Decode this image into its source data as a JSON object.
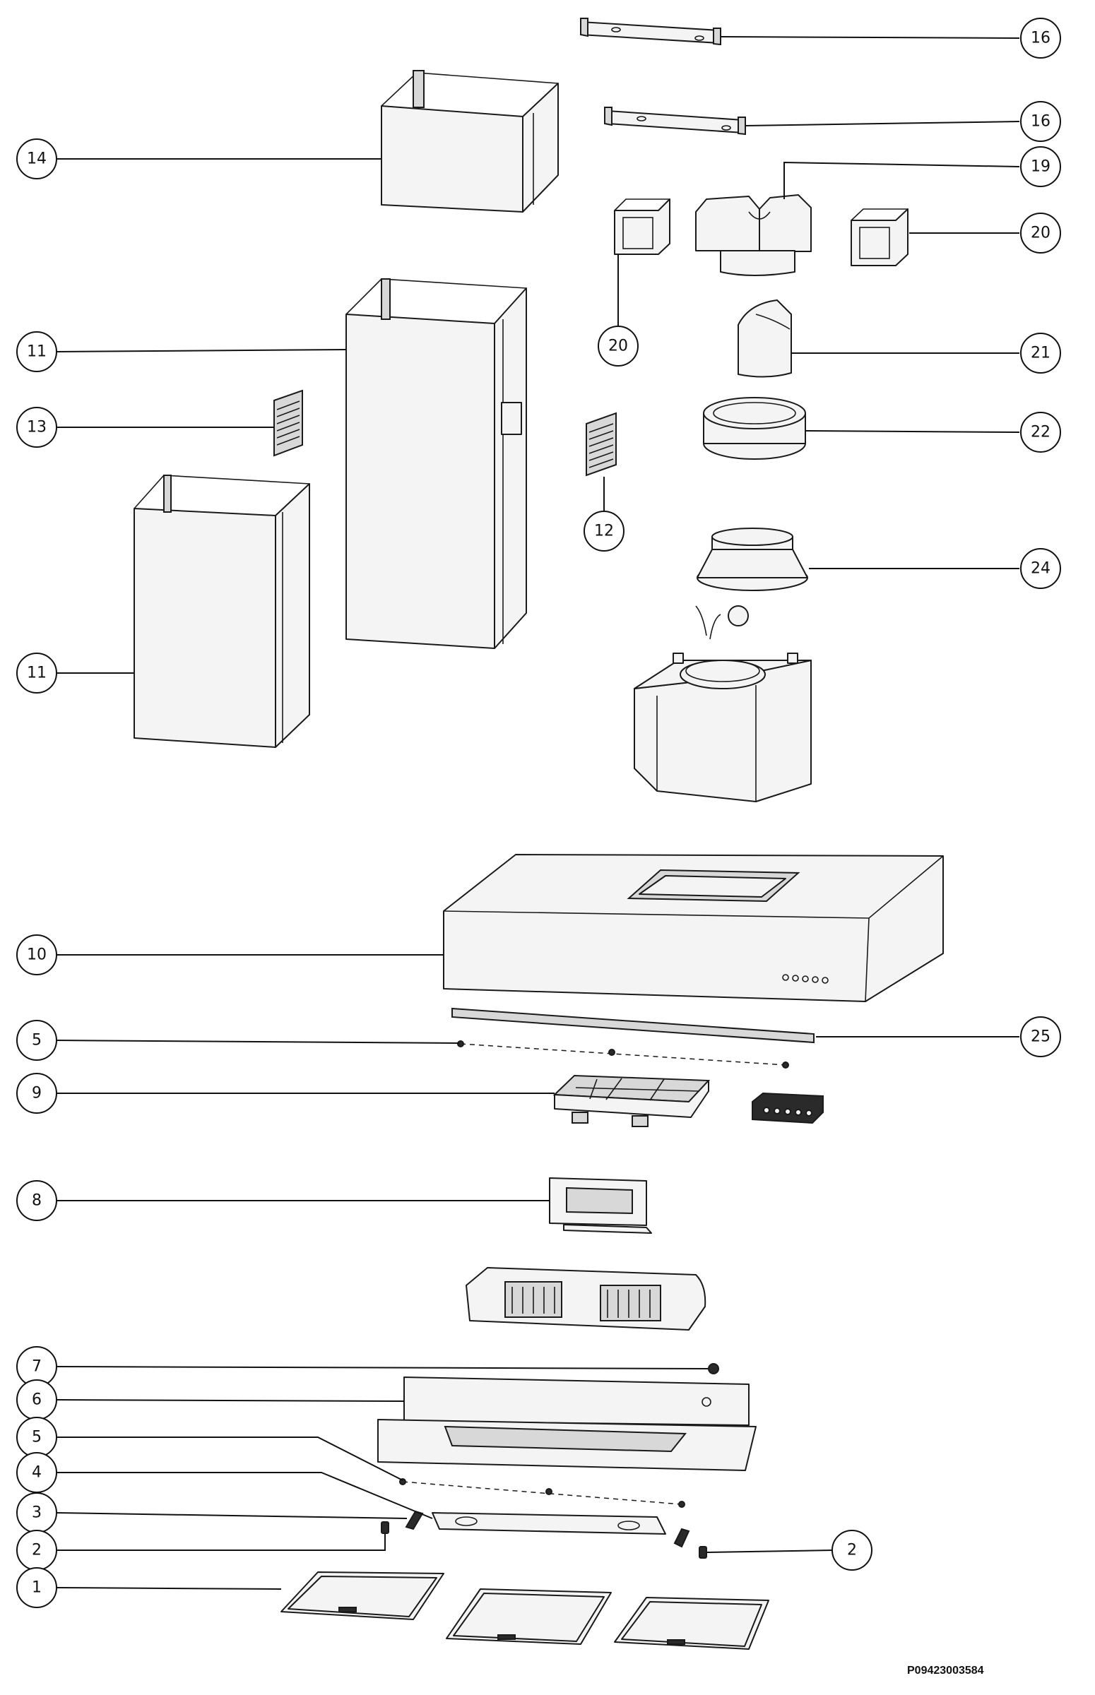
{
  "drawing": {
    "reference_code": "P09423003584"
  },
  "callouts": [
    {
      "id": "c16a",
      "label": "16"
    },
    {
      "id": "c16b",
      "label": "16"
    },
    {
      "id": "c14",
      "label": "14"
    },
    {
      "id": "c19",
      "label": "19"
    },
    {
      "id": "c20a",
      "label": "20"
    },
    {
      "id": "c20b",
      "label": "20"
    },
    {
      "id": "c11a",
      "label": "11"
    },
    {
      "id": "c21",
      "label": "21"
    },
    {
      "id": "c13",
      "label": "13"
    },
    {
      "id": "c22",
      "label": "22"
    },
    {
      "id": "c12",
      "label": "12"
    },
    {
      "id": "c24",
      "label": "24"
    },
    {
      "id": "c11b",
      "label": "11"
    },
    {
      "id": "c10",
      "label": "10"
    },
    {
      "id": "c5a",
      "label": "5"
    },
    {
      "id": "c25",
      "label": "25"
    },
    {
      "id": "c9",
      "label": "9"
    },
    {
      "id": "c8",
      "label": "8"
    },
    {
      "id": "c7",
      "label": "7"
    },
    {
      "id": "c6",
      "label": "6"
    },
    {
      "id": "c5b",
      "label": "5"
    },
    {
      "id": "c4",
      "label": "4"
    },
    {
      "id": "c3",
      "label": "3"
    },
    {
      "id": "c2a",
      "label": "2"
    },
    {
      "id": "c2b",
      "label": "2"
    },
    {
      "id": "c1",
      "label": "1"
    }
  ]
}
